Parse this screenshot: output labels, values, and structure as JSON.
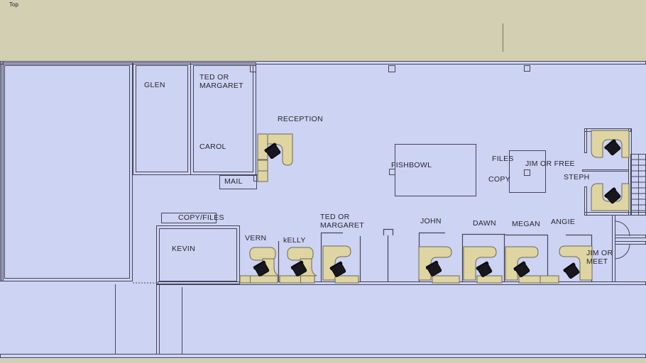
{
  "viewport": {
    "view_label": "Top"
  },
  "colors": {
    "top_band": "#d2cfb3",
    "floor": "#cdd3f2",
    "wall_line": "#454559",
    "desk_fill": "#ded5a3",
    "desk_border": "#6e6852",
    "chair": "#17171d",
    "label_text": "#26262e"
  },
  "labels": {
    "glen": "GLEN",
    "carol": "CAROL",
    "reception": "RECEPTION",
    "mail": "MAIL",
    "fishbowl": "FISHBOWL",
    "files": "FILES",
    "copy": "COPY",
    "jim_or_free": "JIM OR FREE",
    "steph": "STEPH",
    "copy_files": "COPY/FILES",
    "kevin": "KEVIN",
    "vern": "VERN",
    "kelly": "kELLY",
    "john": "JOHN",
    "dawn": "DAWN",
    "megan": "MEGAN",
    "angie": "ANGIE"
  },
  "two_line_labels": {
    "ted_or_margaret_office": {
      "line1": "TED OR",
      "line2": "MARGARET"
    },
    "ted_or_margaret_cubicle": {
      "line1": "TED OR",
      "line2": "MARGARET"
    },
    "jim_or_meet": {
      "line1": "JIM OR",
      "line2": "MEET"
    }
  }
}
